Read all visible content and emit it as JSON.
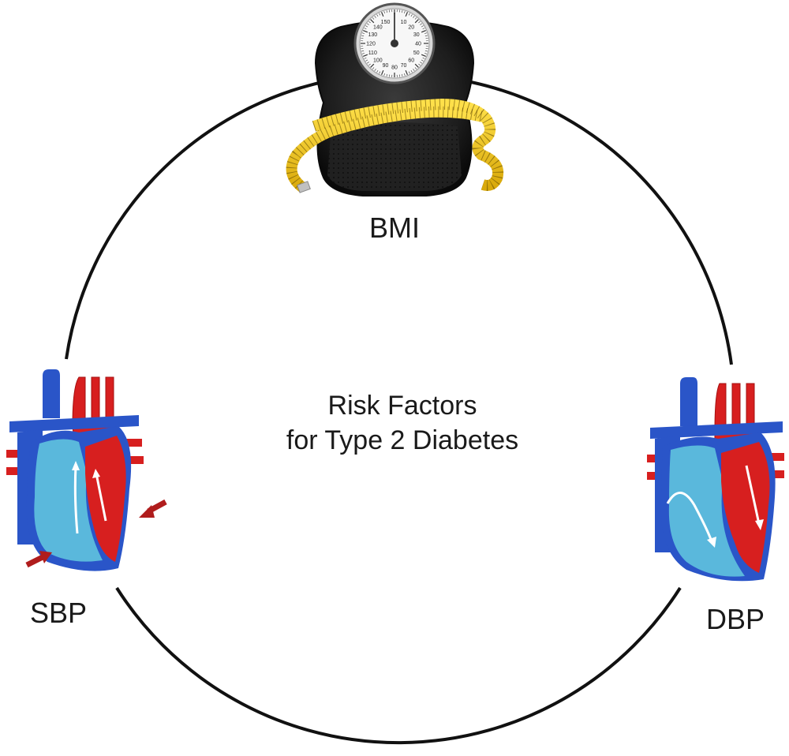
{
  "center": {
    "line1": "Risk Factors",
    "line2": "for Type 2 Diabetes"
  },
  "factors": {
    "bmi": {
      "label": "BMI",
      "icon": "bathroom-scale-with-tape-measure-icon"
    },
    "sbp": {
      "label": "SBP",
      "icon": "heart-systole-icon"
    },
    "dbp": {
      "label": "DBP",
      "icon": "heart-diastole-icon"
    }
  },
  "scale_dial": {
    "ticks": [
      "10",
      "20",
      "30",
      "40",
      "50",
      "60",
      "70",
      "80",
      "90",
      "100",
      "110",
      "120",
      "130",
      "140",
      "150"
    ]
  },
  "colors": {
    "circle": "#111111",
    "oxygenated": "#d71f1f",
    "deoxygenated": "#5ab8dc",
    "vessel_blue": "#2a55c8",
    "tape": "#f0c818",
    "scale_body": "#1b1b1b"
  }
}
